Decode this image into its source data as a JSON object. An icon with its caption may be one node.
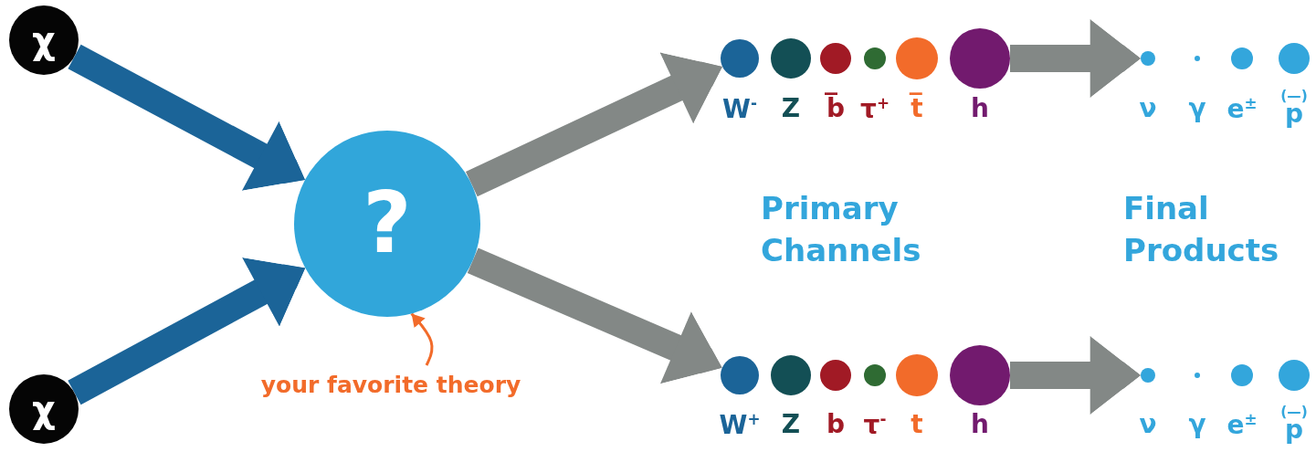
{
  "diagram": {
    "nodes": [
      {
        "text": [
          "χ"
        ]
      },
      {
        "text": [
          "χ"
        ]
      },
      {
        "text": [
          "?"
        ]
      },
      {
        "text": [
          "your favorite theory"
        ]
      },
      {
        "text": [],
        "shape": "circle",
        "beside": [
          "W$^{-}$"
        ]
      },
      {
        "text": [],
        "shape": "circle",
        "beside": [
          "Z"
        ]
      },
      {
        "text": [],
        "shape": "circle",
        "beside": [
          "b̅"
        ]
      },
      {
        "text": [],
        "shape": "circle",
        "beside": [
          "τ$^{+}$"
        ]
      },
      {
        "text": [],
        "shape": "circle",
        "beside": [
          "t̅"
        ]
      },
      {
        "text": [],
        "shape": "circle",
        "beside": [
          "h"
        ]
      },
      {
        "text": [],
        "shape": "circle",
        "beside": [
          "ν"
        ]
      },
      {
        "text": [],
        "shape": "circle",
        "beside": [
          "γ"
        ]
      },
      {
        "text": [],
        "shape": "circle",
        "beside": [
          "e$^{±}$"
        ]
      },
      {
        "text": [],
        "shape": "circle",
        "beside": [
          "$^{(—)}$p"
        ]
      },
      {
        "text": [],
        "shape": "circle",
        "beside": [
          "W$^{+}$"
        ]
      },
      {
        "text": [],
        "shape": "circle",
        "beside": [
          "Z"
        ]
      },
      {
        "text": [],
        "shape": "circle",
        "beside": [
          "b"
        ]
      },
      {
        "text": [],
        "shape": "circle",
        "beside": [
          "τ$^{-}$"
        ]
      },
      {
        "text": [],
        "shape": "circle",
        "beside": [
          "t"
        ]
      },
      {
        "text": [],
        "shape": "circle",
        "beside": [
          "h"
        ]
      },
      {
        "text": [],
        "shape": "circle",
        "beside": [
          "ν"
        ]
      },
      {
        "text": [],
        "shape": "circle",
        "beside": [
          "γ"
        ]
      },
      {
        "text": [],
        "shape": "circle",
        "beside": [
          "e$^{±}$"
        ]
      },
      {
        "text": [],
        "shape": "circle",
        "beside": [
          "$^{(—)}$p"
        ]
      }
    ],
    "edges": [
      {
        "from": 0,
        "to": 2,
        "arrow": "to",
        "color": "#1b6498"
      },
      {
        "from": 1,
        "to": 2,
        "arrow": "to",
        "color": "#1b6498"
      },
      {
        "from": 2,
        "to": 4,
        "arrow": "to"
      },
      {
        "from": 2,
        "to": 14,
        "arrow": "to"
      },
      {
        "from": 9,
        "to": 10,
        "arrow": "to"
      },
      {
        "from": 19,
        "to": 20,
        "arrow": "to"
      },
      {
        "from": 3,
        "to": 2,
        "arrow": "to",
        "color": "#f26b2a"
      }
    ],
    "labels": [
      "Primary Channels",
      "Final Products"
    ]
  }
}
